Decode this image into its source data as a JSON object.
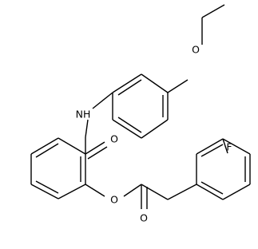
{
  "structure": {
    "atom_labels": {
      "amide_nitrogen": "NH",
      "amide_oxygen": "O",
      "ether_oxygen_ethoxy": "O",
      "ether_oxygen_phenoxy": "O",
      "ketone_oxygen": "O",
      "fluorine": "F"
    }
  }
}
